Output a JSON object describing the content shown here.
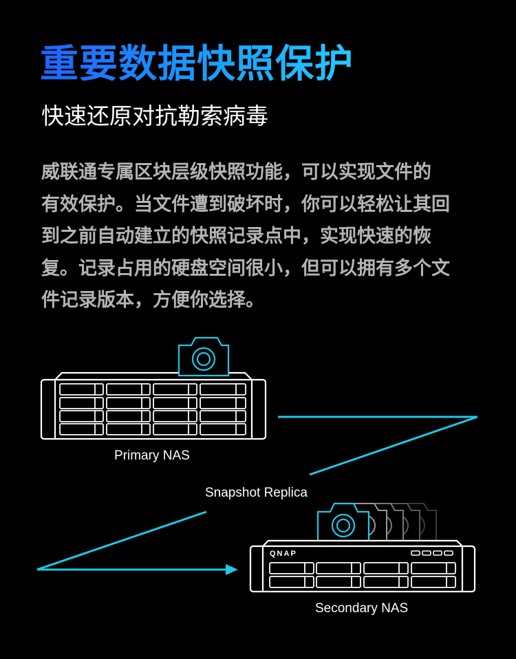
{
  "title": "重要数据快照保护",
  "subtitle": "快速还原对抗勒索病毒",
  "body_lines": [
    "威联通专属区块层级快照功能，可以实现文件的",
    "有效保护。当文件遭到破坏时，你可以轻松让其回",
    "到之前自动建立的快照记录点中，实现快速的恢",
    "复。记录占用的硬盘空间很小，但可以拥有多个文",
    "件记录版本，方便你选择。"
  ],
  "diagram": {
    "primary_label": "Primary NAS",
    "replica_label": "Snapshot Replica",
    "secondary_label": "Secondary NAS",
    "brand_text": "QNAP",
    "accent_color": "#1ec8e6",
    "icons": [
      "nas-enclosure-icon",
      "camera-icon",
      "arrow-icon"
    ]
  }
}
